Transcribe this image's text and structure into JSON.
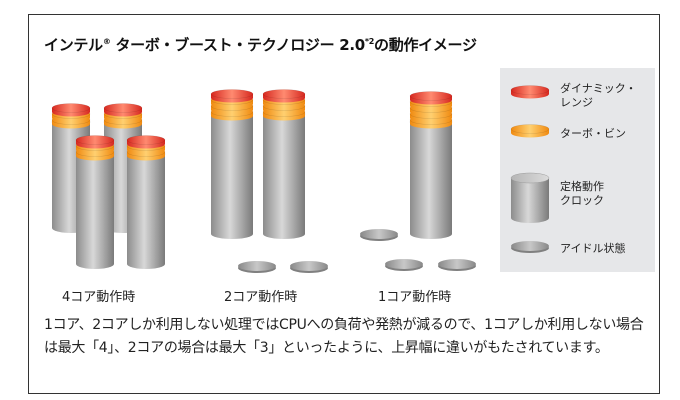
{
  "title": {
    "main": "インテル",
    "reg": "®",
    "rest": " ターボ・ブースト・テクノロジー 2.0",
    "note": "*2",
    "suffix": "の動作イメージ"
  },
  "groups": [
    {
      "label": "4コア動作時",
      "active_cores": 4
    },
    {
      "label": "2コア動作時",
      "active_cores": 2
    },
    {
      "label": "1コア動作時",
      "active_cores": 1
    }
  ],
  "legend": {
    "dynamic_range": {
      "line1": "ダイナミック・",
      "line2": "レンジ"
    },
    "turbo_bin": "ターボ・ビン",
    "rated_clock": {
      "line1": "定格動作",
      "line2": "クロック"
    },
    "idle": "アイドル状態"
  },
  "description": "1コア、2コアしか利用しない処理ではCPUへの負荷や発熱が減るので、1コアしか利用しない場合は最大「4」、2コアの場合は最大「3」といったように、上昇幅に違いがもたされています。",
  "colors": {
    "red": "#e8463c",
    "orange": "#f7a31b",
    "gray": "#9a9a9a",
    "legend_bg": "#e6e7e9"
  }
}
